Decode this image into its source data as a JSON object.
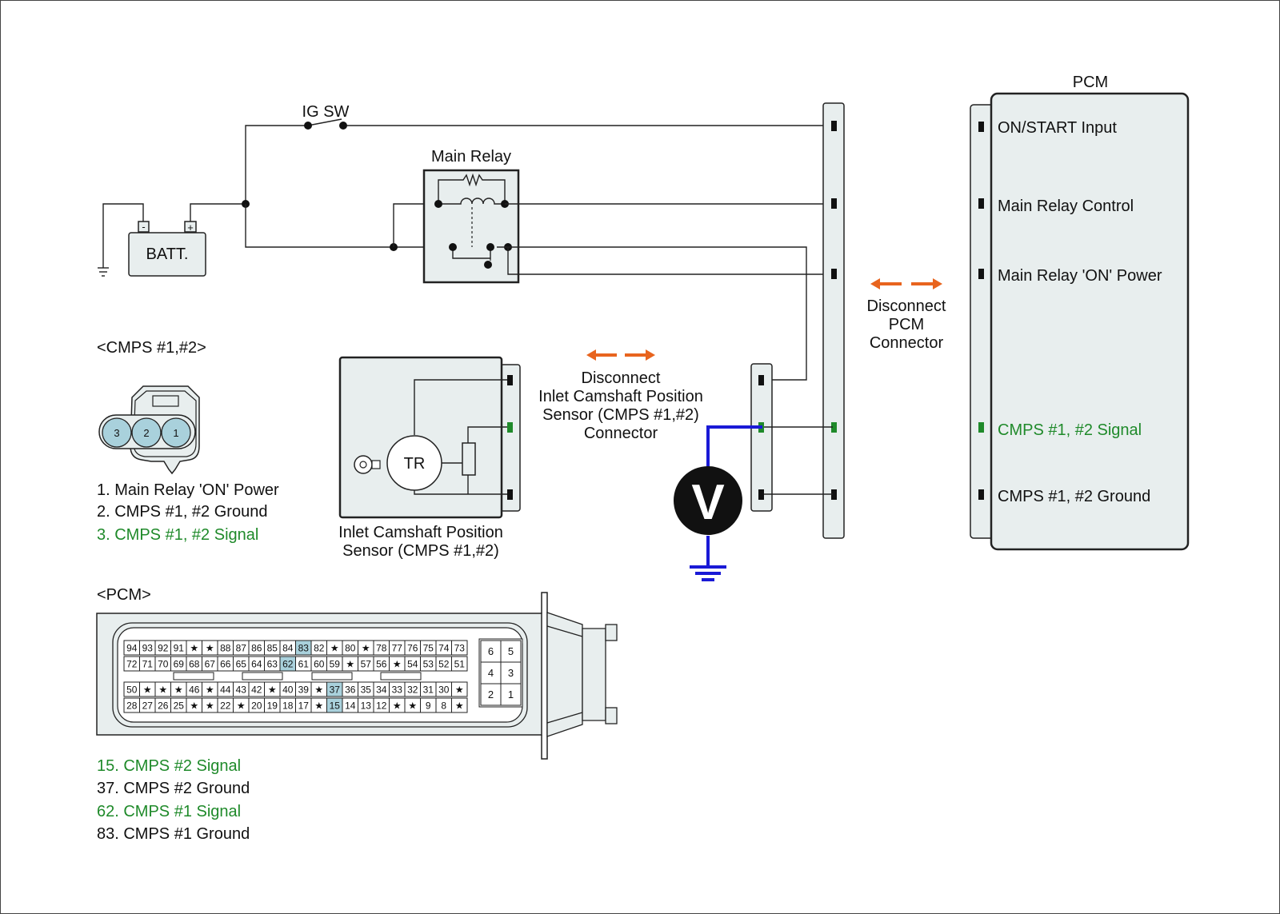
{
  "labels": {
    "ig_sw": "IG SW",
    "main_relay": "Main Relay",
    "battery": "BATT.",
    "battery_minus": "-",
    "battery_plus": "+",
    "pcm_box_title": "PCM",
    "disconnect_pcm": [
      "Disconnect",
      "PCM",
      "Connector"
    ],
    "disconnect_cmps": [
      "Disconnect",
      "Inlet Camshaft Position",
      "Sensor (CMPS #1,#2)",
      "Connector"
    ],
    "sensor_name": [
      "Inlet Camshaft Position",
      "Sensor (CMPS #1,#2)"
    ],
    "tr": "TR",
    "voltmeter": "V"
  },
  "pcm_terminals": [
    {
      "label": "ON/START Input",
      "color": "#111111"
    },
    {
      "label": "Main Relay Control",
      "color": "#111111"
    },
    {
      "label": "Main Relay 'ON' Power",
      "color": "#111111"
    },
    {
      "label": "CMPS #1, #2 Signal",
      "color": "#1f8a2a"
    },
    {
      "label": "CMPS #1, #2 Ground",
      "color": "#111111"
    }
  ],
  "cmps_connector": {
    "title": "<CMPS #1,#2>",
    "pins": [
      "3",
      "2",
      "1"
    ],
    "legend": [
      {
        "text": "1. Main Relay 'ON' Power",
        "color": "#111111"
      },
      {
        "text": "2. CMPS #1, #2 Ground",
        "color": "#111111"
      },
      {
        "text": "3. CMPS #1, #2 Signal",
        "color": "#1f8a2a"
      }
    ]
  },
  "pcm_connector": {
    "title": "<PCM>",
    "rows": [
      [
        "94",
        "93",
        "92",
        "91",
        "★",
        "★",
        "88",
        "87",
        "86",
        "85",
        "84",
        "83",
        "82",
        "★",
        "80",
        "★",
        "78",
        "77",
        "76",
        "75",
        "74",
        "73"
      ],
      [
        "72",
        "71",
        "70",
        "69",
        "68",
        "67",
        "66",
        "65",
        "64",
        "63",
        "62",
        "61",
        "60",
        "59",
        "★",
        "57",
        "56",
        "★",
        "54",
        "53",
        "52",
        "51"
      ],
      [
        "50",
        "★",
        "★",
        "★",
        "46",
        "★",
        "44",
        "43",
        "42",
        "★",
        "40",
        "39",
        "★",
        "37",
        "36",
        "35",
        "34",
        "33",
        "32",
        "31",
        "30",
        "★"
      ],
      [
        "28",
        "27",
        "26",
        "25",
        "★",
        "★",
        "22",
        "★",
        "20",
        "19",
        "18",
        "17",
        "★",
        "15",
        "14",
        "13",
        "12",
        "★",
        "★",
        "9",
        "8",
        "★"
      ]
    ],
    "highlighted": [
      "83",
      "62",
      "37",
      "15"
    ],
    "small_block": [
      [
        "6",
        "5"
      ],
      [
        "4",
        "3"
      ],
      [
        "2",
        "1"
      ]
    ],
    "legend": [
      {
        "text": "15. CMPS #2 Signal",
        "color": "#1f8a2a"
      },
      {
        "text": "37. CMPS #2 Ground",
        "color": "#111111"
      },
      {
        "text": "62. CMPS #1 Signal",
        "color": "#1f8a2a"
      },
      {
        "text": "83. CMPS #1 Ground",
        "color": "#111111"
      }
    ]
  },
  "colors": {
    "signal_green": "#1f8a2a",
    "probe_blue": "#1a1ad6",
    "arrow_orange": "#e8641e",
    "connector_fill": "#e8eeee",
    "highlight_cell": "#a9d1dc",
    "sensor_pin_fill": "#a9d1dc"
  }
}
